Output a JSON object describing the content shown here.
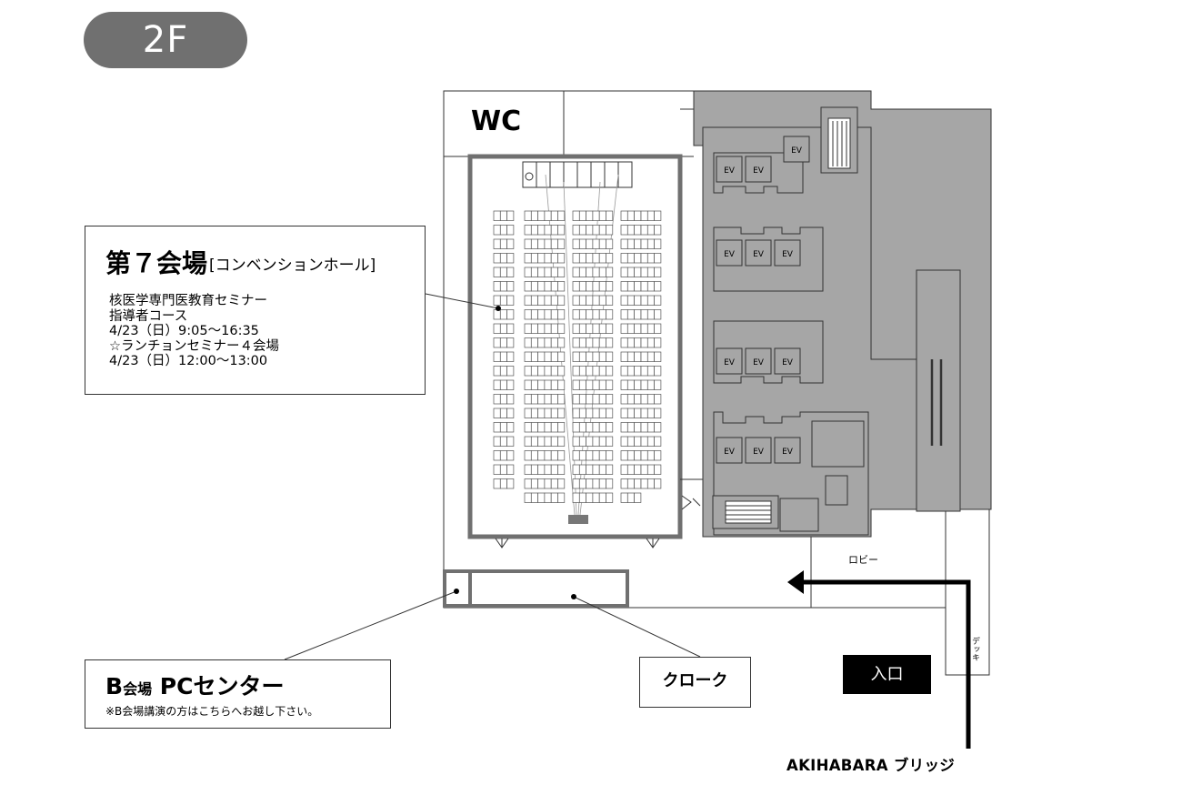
{
  "floor": {
    "label": "2F"
  },
  "rooms": {
    "wc": "WC",
    "lobby": "ロビー",
    "deck": "デッキ",
    "elevator": "EV"
  },
  "venue7": {
    "title": "第７会場",
    "subtitle": "[コンベンションホール]",
    "details": [
      "核医学専門医教育セミナー",
      "指導者コース",
      "4/23（日）9:05〜16:35",
      "☆ランチョンセミナー４会場",
      "4/23（日）12:00〜13:00"
    ]
  },
  "pc_center": {
    "title_b": "B",
    "title_kaijo": "会場",
    "title_main": "PCセンター",
    "note": "※B会場講演の方はこちらへお越し下さい。"
  },
  "cloak": "クローク",
  "entrance": "入口",
  "bridge": "AKIHABARA ブリッジ",
  "colors": {
    "badge": "#707070",
    "elevator_core": "#a6a6a6",
    "hall_border": "#707070",
    "route_arrow": "#000000"
  }
}
